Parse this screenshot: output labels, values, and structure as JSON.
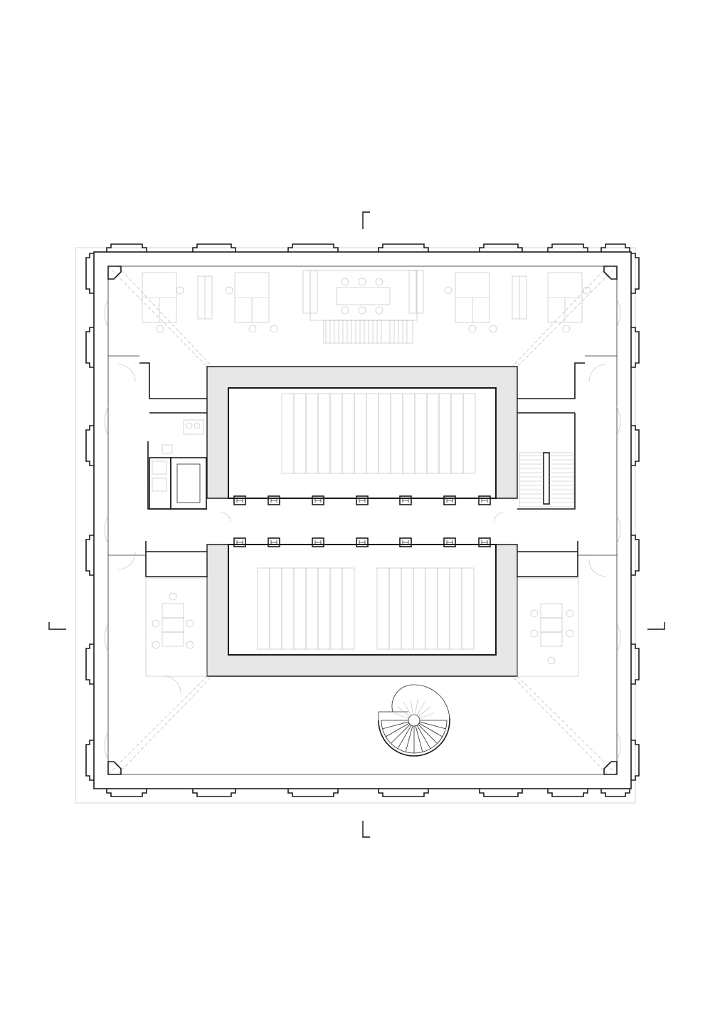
{
  "drawing": {
    "type": "architectural floor plan",
    "colors": {
      "wall": "#1a1a1a",
      "furniture": "#b8b8b8",
      "gallery_fill": "#e7e7e7",
      "background": "#ffffff"
    },
    "section_markers": [
      "top",
      "bottom",
      "left",
      "right"
    ],
    "features": [
      "outer-facade-with-pilasters",
      "central-courtyard",
      "courtyard-gallery",
      "column-rows",
      "straight-stair",
      "spiral-stair",
      "office-desks",
      "meeting-table",
      "wc-block"
    ]
  }
}
